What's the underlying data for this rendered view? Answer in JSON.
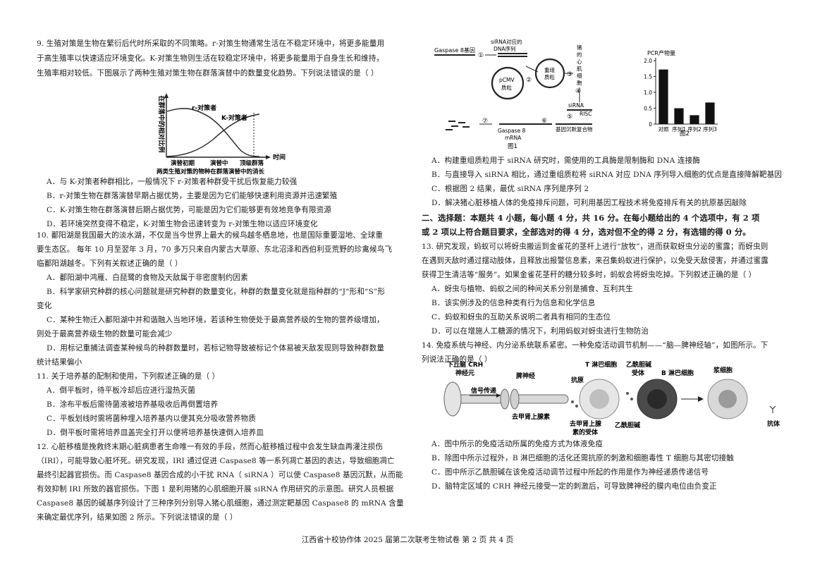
{
  "left": {
    "q9": {
      "stem": [
        "9. 生殖对策是生物在繁衍后代时所采取的不同策略。r-对策生物通常生活在不稳定环境中，将更多能量用",
        "于高生殖率以快速适应环境变化。K-对策生物则生活在较稳定环境中，将更多能量用于自身生长和维持，",
        "生殖率相对较低。下图展示了两种生殖对策生物在群落演替中的数量变化趋势。下列说法错误的是（      ）"
      ],
      "figure": {
        "ylabel": "在群落中的相对比例",
        "xlabel": "时间",
        "r_label": "r-对策者",
        "k_label": "K-对策者",
        "stages": [
          "演替初期",
          "演替中",
          "顶级群落"
        ],
        "caption": "两类生殖对策的物种在群落演替中的消长"
      },
      "options": [
        "A．与 K-对策者种群相比，一般情况下 r-对策者种群受干扰后恢复能力较强",
        "B．r-对策生物在群落演替早期占据优势，主要是因为它们能够快速利用资源并迅速繁殖",
        "C．K-对策生物在群落演替后期占据优势，可能是因为它们能够更有效地竞争有限资源",
        "D．若环境突然变得不稳定，K-对策生物会迅速转变为 r-对策生物以适应环境变化"
      ]
    },
    "q10": {
      "stem": [
        "10. 鄱阳湖是我国最大的淡水湖，不仅是当今世界上最大的候鸟越冬栖息地，也是国际重要湿地、全球重",
        "要生态区。 每年 10 月至翌年 3 月，70 多万只来自内蒙古大草原、东北沼泽和西伯利亚荒野的珍禽候鸟飞",
        "临鄱阳湖越冬。下列有关叙述正确的是（      ）"
      ],
      "options": [
        "A．鄱阳湖中鸿雁、白琵鹭的食物及天敌属于非密度制约因素",
        "B．科学家研究种群的核心问题就是研究种群的数量变化，种群的数量变化就是指种群的“J”形和“S”形",
        "变化",
        "C．某种生物迁入鄱阳湖中并和谐融入当地环境，若该种生物使处于最高营养级的生物的营养级增加，",
        "则处于最高营养级生物的数量可能会减少",
        "D．用标记重捕法调查某种候鸟的种群数量时，若标记物导致被标记个体易被天敌发现则导致种群数量",
        "统计结果偏小"
      ]
    },
    "q11": {
      "stem": "11. 关于培养基的配制和使用，下列叙述正确的是（    ）",
      "options": [
        "A．倒平板时，待平板冷却后应进行湿热灭菌",
        "B．涂布平板后需待菌液被培养基吸收后再倒置培养",
        "C．平板划线时需将菌种埋入培养基内以便其充分吸收营养物质",
        "D．倒平板时需将培养皿盖完全打开以便将培养基快速倒入培养皿"
      ]
    },
    "q12": {
      "stem": [
        "12. 心脏移植是挽救终末期心脏病患者生命唯一有效的手段，然而心脏移植过程中会发生缺血再灌注损伤",
        "（IRI），可能导致心脏坏死。研究发现，IRI 通过促进 Caspase8 等一系列凋亡基因的表达，导致细胞凋亡",
        "最终引起器官损伤。而 Caspase8 基因合成的小干扰 RNA（ siRNA ）可以使 Caspase8 基因沉默，从而能",
        "有效抑制 IRI 所致的器官损伤。下图 1 是利用猪的心肌细胞开展 siRNA 作用研究的示意图。研究人员根据",
        "Caspase8 基因的碱基序列设计了三种序列分别导入猪心肌细胞，通过测定靶基因 Caspase8 的 mRNA 含量",
        "来确定最优序列，结果如图 2 所示。下列说法错误的是（      ）"
      ]
    }
  },
  "right": {
    "fig1": {
      "gaspase_gene": "Gaspase 8基因",
      "sirna_dna": "siRNA对应的\nDNA序列",
      "recombinant": "重组\n质粒",
      "pcmv": "pCMV\n质粒",
      "pig_cells": "猪的心肌细胞",
      "sirna": "siRNA",
      "risc": "RISC",
      "complex": "基因沉默复合物",
      "mrna": "Gaspase 8\nmRNA",
      "steps": [
        "①",
        "②",
        "③",
        "④",
        "⑤",
        "⑥",
        "⑦"
      ],
      "caption": "图1"
    },
    "fig2": {
      "ylabel": "PCR产物量",
      "caption": "图2",
      "chart_data": {
        "type": "bar",
        "categories": [
          "对照",
          "序列1",
          "序列2",
          "序列3"
        ],
        "values": [
          1.72,
          0.5,
          0.28,
          0.68
        ],
        "ylabel": "PCR产物量",
        "ylim": [
          0,
          2.0
        ],
        "yticks": [
          "2.0",
          "1.5",
          "1.0",
          "0.5",
          "0"
        ]
      }
    },
    "q12_options": [
      "A．构建重组质粒用于 siRNA 研究时，需使用的工具酶是限制酶和 DNA 连接酶",
      "B．与直接导入 siRNA 相比，通过重组质粒将 siRNA 对应 DNA 序列导入细胞的优点是直接降解靶基因",
      "C．根据图 2 结果，最优 siRNA 序列是序列 2",
      "D．解决猪心脏移植人体的免疫排斥问题，可利用基因工程技术将免疫排斥有关的抗原基因敲除"
    ],
    "section2": [
      "二、选择题：本题共 4 小题，每小题 4 分，共 16 分。在每小题给出的 4 个选项中，有 2 项",
      "或 2 项以上符合题目要求，全部选对的得 4 分，选对但不全的得 2 分，有选错的得 0 分。"
    ],
    "q13": {
      "stem": [
        "13. 研究发现，蚂蚁可以将蚜虫搬运到金雀花的茎杆上进行“放牧”，进而获取蚜虫分泌的蜜露；而蚜虫则",
        "在遇到天敌时通过摆动肢体，且释放出报警信息素，来召集蚂蚁进行保护，以免受天敌侵害，并通过蜜露",
        "获得卫生清洁等“服务”。如果金雀花茎秆的糖分较多时，蚂蚁会将蚜虫吃掉。下列叙述正确的是（      ）"
      ],
      "options": [
        "A．蚜虫与植物、蚂蚁之间的种间关系分别是捕食、互利共生",
        "B．该实例涉及的信息种类有行为信息和化学信息",
        "C．蚂蚁和蚜虫的互助关系说明二者具有相同的生态位",
        "D．可以在增施人工糖源的情况下，利用蚂蚁对蚜虫进行生物防治"
      ]
    },
    "q14": {
      "stem": [
        "14. 免疫系统与神经、内分泌系统联系紧密。一种免疫活动调节机制——“脑—脾神经轴”，如图所示。下",
        "列说法正确的是（      ）"
      ],
      "figure": {
        "crh": "下丘脑 CRH\n神经元",
        "signal": "信号传递",
        "spleen_nerve": "脾神经",
        "norepi": "去甲肾上腺素",
        "t_cell": "T 淋巴细胞",
        "ach_receptor": "乙酰胆碱\n受体",
        "b_cell": "B 淋巴细胞",
        "plasma": "浆细胞",
        "antigen": "抗原",
        "norepi_receptor": "去甲肾上腺\n素的受体",
        "ach": "乙酰胆碱",
        "antibody": "抗体"
      },
      "options": [
        "A．图中所示的免疫活动所属的免疫方式为体液免疫",
        "B．除图中所示过程外，B 淋巴细胞的活化还需抗原的刺激和细胞毒性 T 细胞与其密切接触",
        "C．图中所示乙酰胆碱在该免疫活动调节过程中所起的作用是作为神经递质传递信号",
        "D．脑特定区域的 CRH 神经元接受一定的刺激后，可导致脾神经的膜内电位由负变正"
      ]
    }
  },
  "footer": "江西省十校协作体 2025 届第二次联考生物试卷  第 2 页  共 4 页"
}
